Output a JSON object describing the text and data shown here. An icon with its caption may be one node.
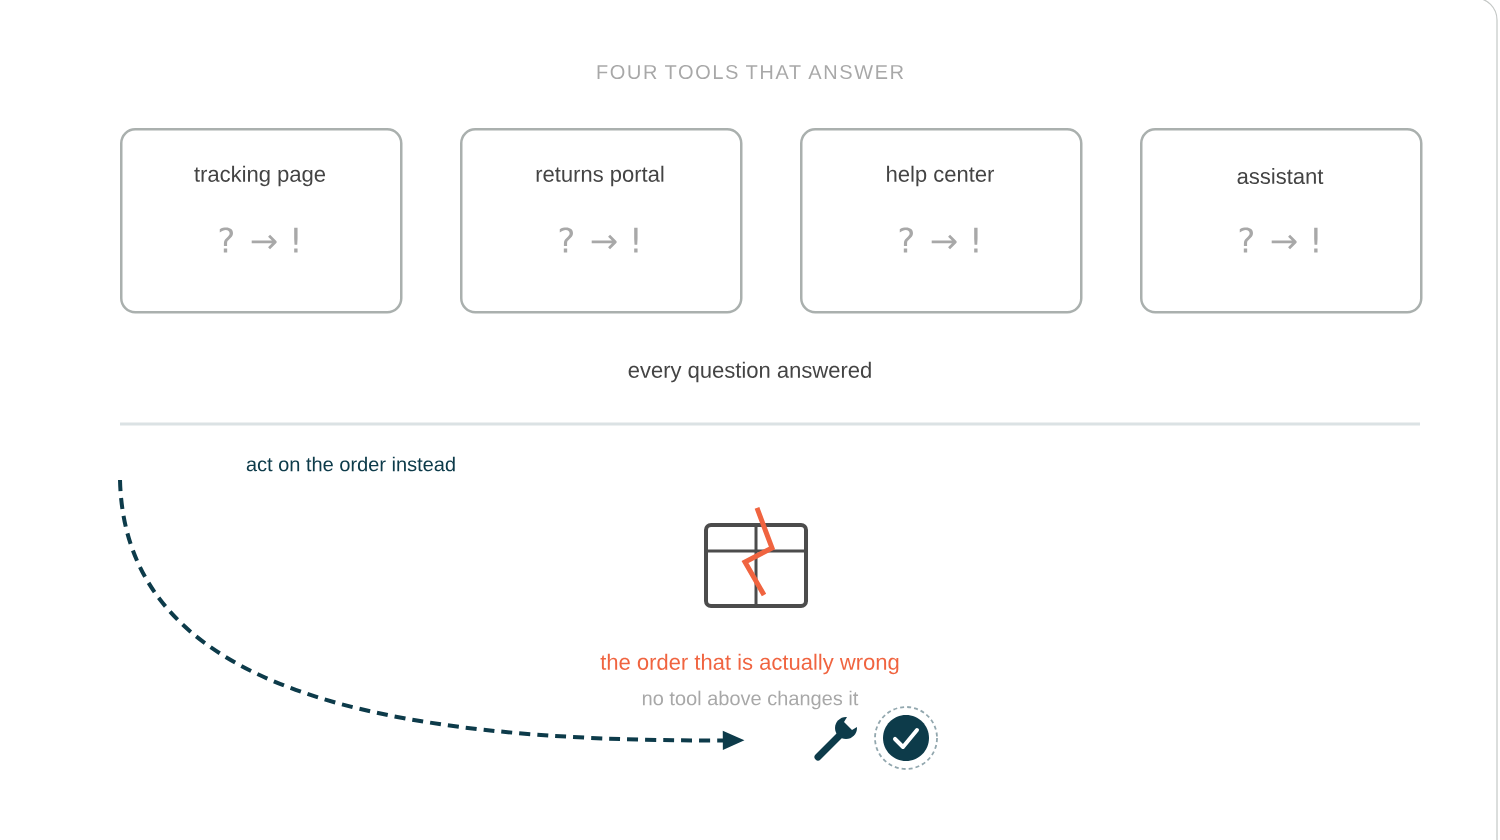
{
  "diagram": {
    "title": "FOUR TOOLS THAT ANSWER",
    "nodes": [
      {
        "text": [
          "tracking page",
          "? → !"
        ]
      },
      {
        "text": [
          "returns portal",
          "? → !"
        ]
      },
      {
        "text": [
          "help center",
          "? → !"
        ]
      },
      {
        "text": [
          "assistant",
          "? → !"
        ]
      },
      {
        "text": [],
        "shape": "wrench"
      }
    ],
    "edges": [
      {
        "from": null,
        "to": 4,
        "arrow": "to",
        "style": "dashed"
      }
    ],
    "labels": [
      "every question answered",
      "act on the order instead",
      "the order that is actually wrong",
      "no tool above changes it"
    ]
  }
}
